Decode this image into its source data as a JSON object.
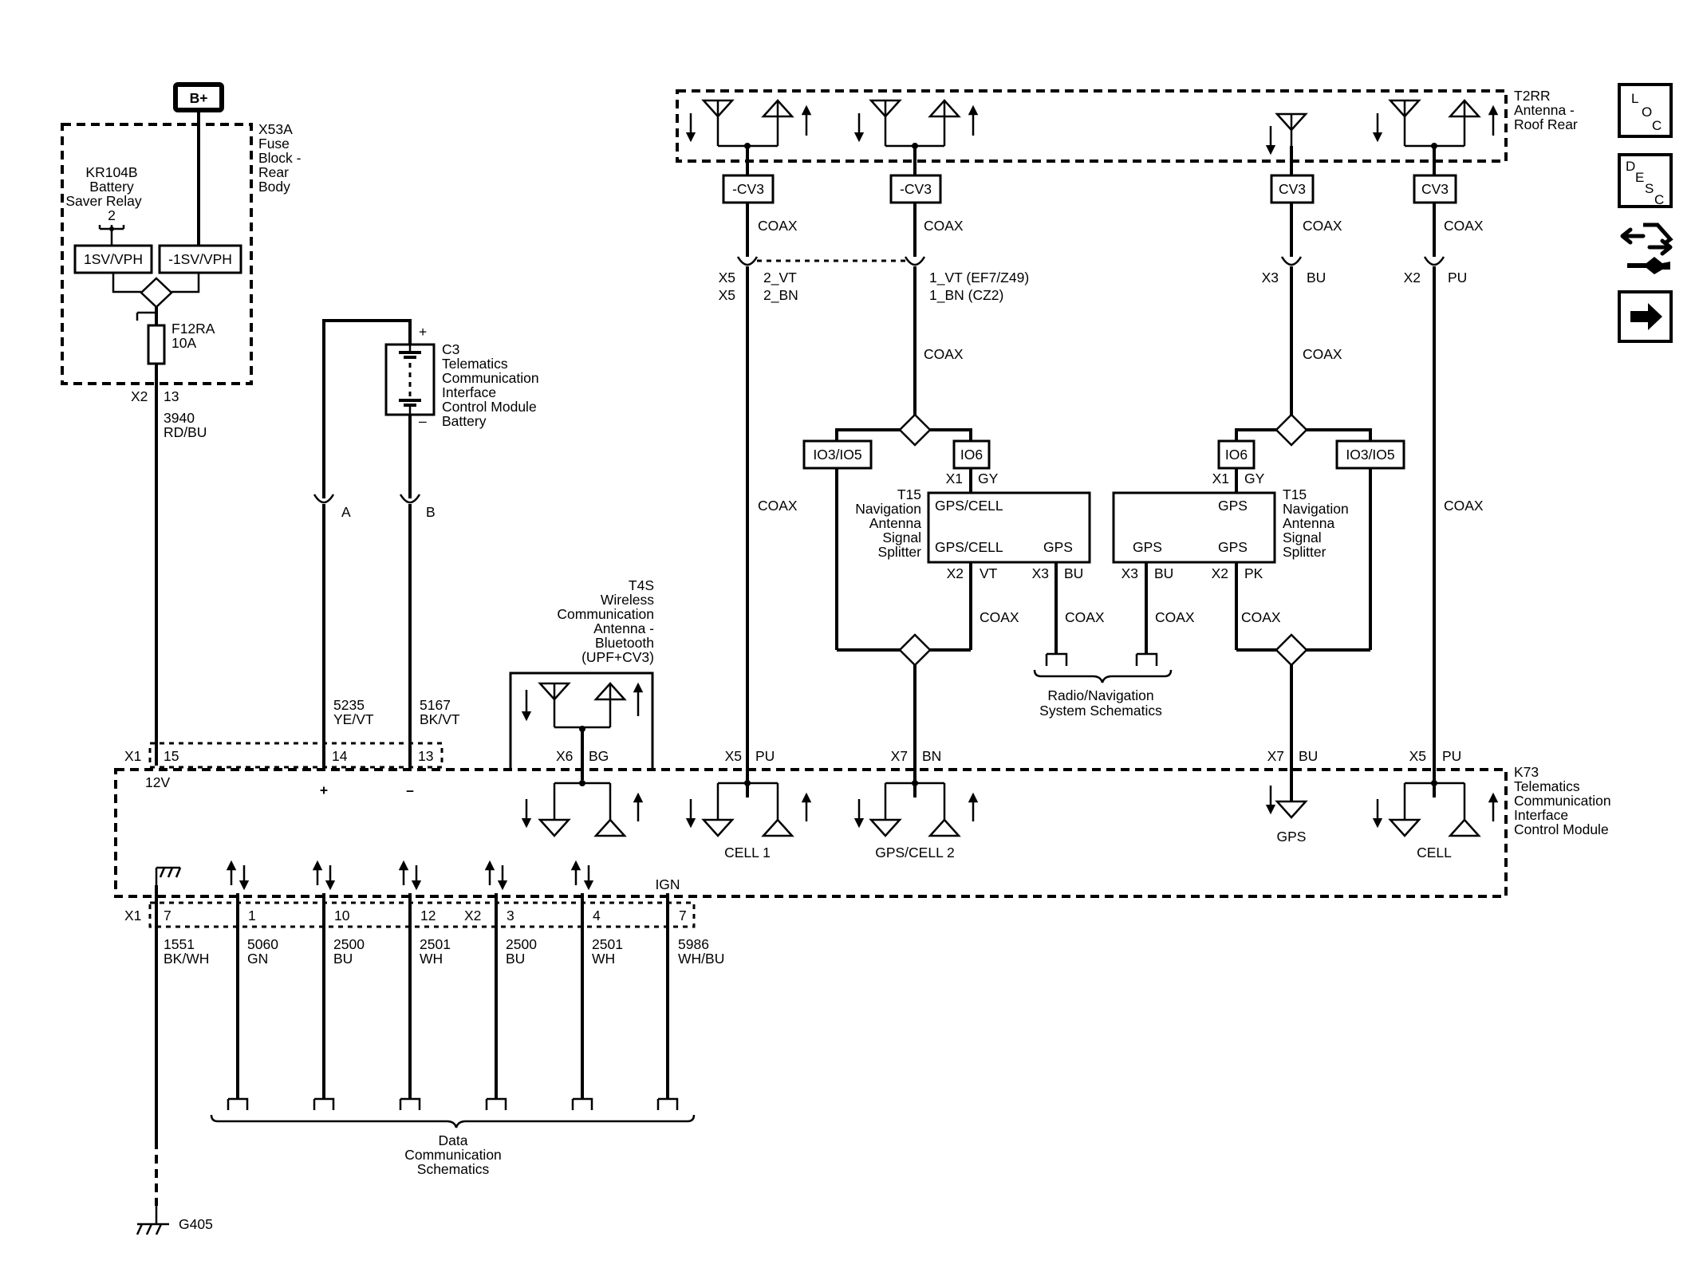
{
  "battery_source": "B+",
  "fuse_block": {
    "ref": "X53A",
    "lines": [
      "Fuse",
      "Block -",
      "Rear",
      "Body"
    ]
  },
  "relay": {
    "lines": [
      "KR104B",
      "Battery",
      "Saver Relay"
    ],
    "pin": "2",
    "left_label": "1SV/VPH",
    "right_label": "-1SV/VPH"
  },
  "fuse": {
    "ref": "F12RA",
    "rating": "10A"
  },
  "fuse_out": {
    "conn": "X2",
    "pin": "13",
    "circuit": "3940",
    "color": "RD/BU"
  },
  "c3": {
    "ref": "C3",
    "lines": [
      "Telematics",
      "Communication",
      "Interface",
      "Control Module",
      "Battery"
    ],
    "plus": "+",
    "minus": "–",
    "conn_a": "A",
    "conn_b": "B"
  },
  "battery_wires": [
    {
      "circuit": "5235",
      "color": "YE/VT",
      "pin": "14",
      "polarity": "+"
    },
    {
      "circuit": "5167",
      "color": "BK/VT",
      "pin": "13",
      "polarity": "–"
    }
  ],
  "k73": {
    "conn_top": "X1",
    "pin_12v": "15",
    "v12": "12V",
    "lines": [
      "K73",
      "Telematics",
      "Communication",
      "Interface",
      "Control Module"
    ]
  },
  "t4s": {
    "lines": [
      "T4S",
      "Wireless",
      "Communication",
      "Antenna -",
      "Bluetooth",
      "(UPF+CV3)"
    ],
    "conn": "X6",
    "color": "BG"
  },
  "t2rr": {
    "lines": [
      "T2RR",
      "Antenna -",
      "Roof Rear"
    ]
  },
  "cv3_labels": [
    "-CV3",
    "-CV3",
    "CV3",
    "CV3"
  ],
  "coax": "COAX",
  "cell1_conn": {
    "c1": "X5",
    "c2": "X5",
    "w1": "2_VT",
    "w2": "2_BN",
    "bottom_conn": "X5",
    "bottom_color": "PU",
    "name": "CELL 1"
  },
  "gps_cell2_conn": {
    "w1": "1_VT (EF7/Z49)",
    "w2": "1_BN (CZ2)",
    "bottom_conn": "X7",
    "bottom_color": "BN",
    "name": "GPS/CELL 2"
  },
  "gps_conn": {
    "conn": "X3",
    "color": "BU",
    "bottom_conn": "X7",
    "bottom_color": "BU",
    "name": "GPS"
  },
  "cell_conn": {
    "conn": "X2",
    "color": "PU",
    "bottom_conn": "X5",
    "bottom_color": "PU",
    "name": "CELL"
  },
  "splitter_left": {
    "io_a": "IO3/IO5",
    "io_b": "IO6",
    "x1": "X1",
    "gy": "GY",
    "lines": [
      "T15",
      "Navigation",
      "Antenna",
      "Signal",
      "Splitter"
    ],
    "gps_cell_top": "GPS/CELL",
    "gps_cell_bot": "GPS/CELL",
    "gps": "GPS",
    "x2": "X2",
    "vt": "VT",
    "x3": "X3",
    "bu": "BU"
  },
  "splitter_right": {
    "io_a": "IO6",
    "io_b": "IO3/IO5",
    "x1": "X1",
    "gy": "GY",
    "lines": [
      "T15",
      "Navigation",
      "Antenna",
      "Signal",
      "Splitter"
    ],
    "gps_top": "GPS",
    "gps_left": "GPS",
    "gps_right": "GPS",
    "x3": "X3",
    "bu": "BU",
    "x2": "X2",
    "pk": "PK"
  },
  "radio_nav": [
    "Radio/Navigation",
    "System Schematics"
  ],
  "bottom_pins": [
    {
      "conn": "X1",
      "pin": "7",
      "circuit": "1551",
      "color": "BK/WH"
    },
    {
      "conn": "",
      "pin": "1",
      "circuit": "5060",
      "color": "GN"
    },
    {
      "conn": "",
      "pin": "10",
      "circuit": "2500",
      "color": "BU"
    },
    {
      "conn": "",
      "pin": "12",
      "circuit": "2501",
      "color": "WH"
    },
    {
      "conn": "X2",
      "pin": "3",
      "circuit": "2500",
      "color": "BU"
    },
    {
      "conn": "",
      "pin": "4",
      "circuit": "2501",
      "color": "WH"
    },
    {
      "conn": "",
      "pin": "7",
      "circuit": "5986",
      "color": "WH/BU"
    }
  ],
  "ign": "IGN",
  "data_comm": [
    "Data",
    "Communication",
    "Schematics"
  ],
  "ground": "G405",
  "nav_buttons": {
    "loc": [
      "L",
      "O",
      "C"
    ],
    "desc": [
      "D",
      "E",
      "S",
      "C"
    ]
  },
  "icons": [
    "loc-icon",
    "desc-icon",
    "connector-wrench-icon",
    "arrow-right-icon"
  ]
}
